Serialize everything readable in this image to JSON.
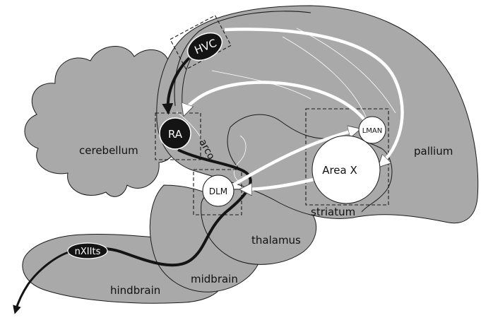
{
  "colors": {
    "tissue": "#a9a9a9",
    "outline": "#1a1a1a",
    "nucleus_dark": "#141414",
    "nucleus_light": "#ffffff",
    "pathway_motor": "#141414",
    "pathway_afp": "#ffffff"
  },
  "regions": {
    "pallium": "pallium",
    "cerebellum": "cerebellum",
    "striatum": "striatum",
    "thalamus": "thalamus",
    "midbrain": "midbrain",
    "hindbrain": "hindbrain",
    "arco": "arco"
  },
  "nuclei": {
    "hvc": "HVC",
    "ra": "RA",
    "lman": "LMAN",
    "area_x": "Area X",
    "dlm": "DLM",
    "nxiits": "nXIIts"
  }
}
